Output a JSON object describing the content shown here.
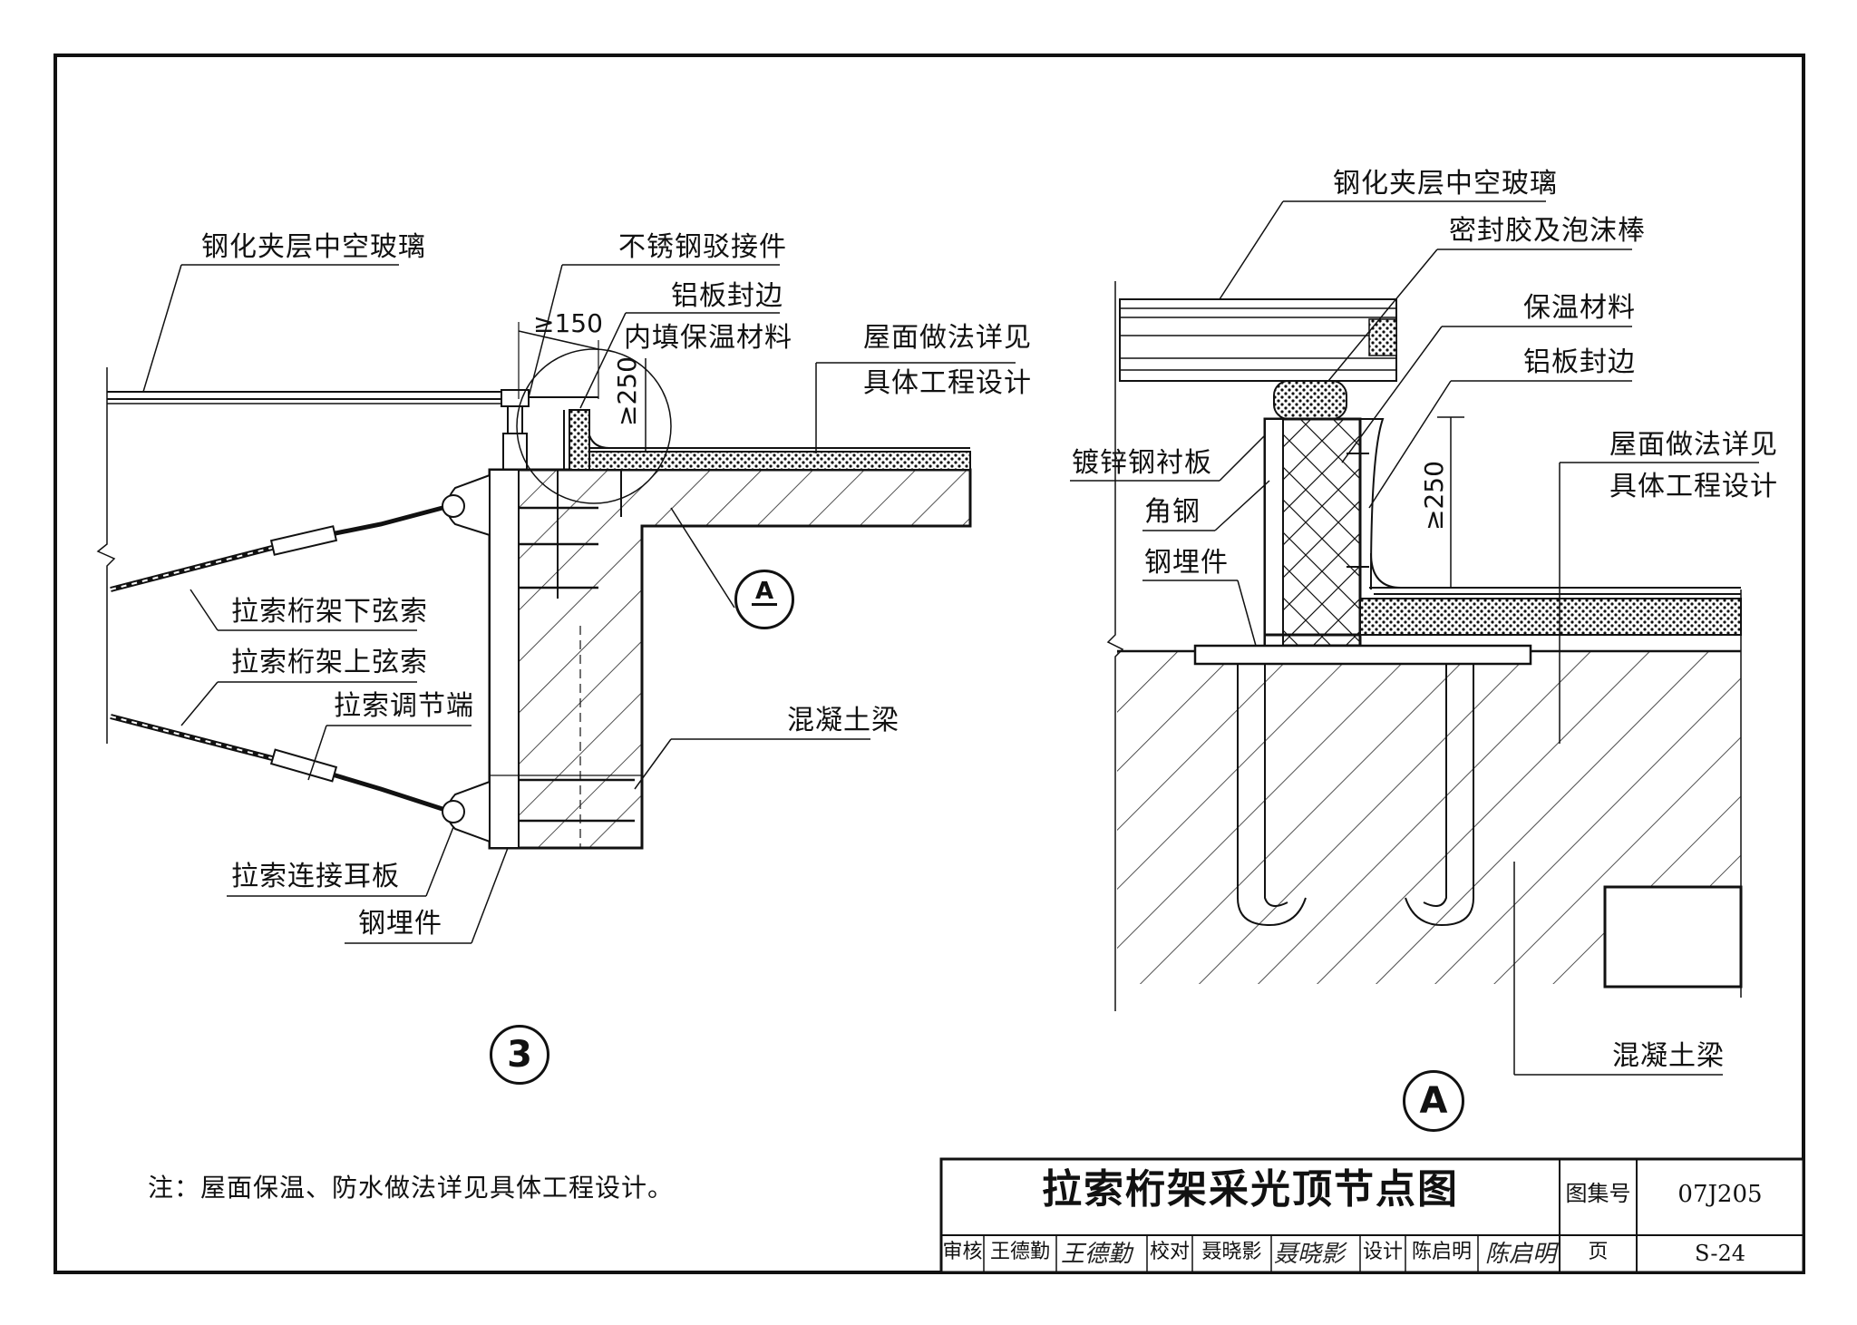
{
  "labels": {
    "glass_left": "钢化夹层中空玻璃",
    "stainless": "不锈钢驳接件",
    "al_edge": "铝板封边",
    "fill_insul": "内填保温材料",
    "roof_left_1": "屋面做法详见",
    "roof_left_2": "具体工程设计",
    "lower_cable": "拉索桁架下弦索",
    "upper_cable": "拉索桁架上弦索",
    "adjust_end": "拉索调节端",
    "beam_left": "混凝土梁",
    "ear_plate": "拉索连接耳板",
    "steel_embed_left": "钢埋件",
    "glass_right": "钢化夹层中空玻璃",
    "sealant": "密封胶及泡沫棒",
    "insul_right": "保温材料",
    "al_edge_right": "铝板封边",
    "galv_liner": "镀锌钢衬板",
    "angle_steel": "角钢",
    "steel_embed_right": "钢埋件",
    "roof_right_1": "屋面做法详见",
    "roof_right_2": "具体工程设计",
    "beam_right": "混凝土梁"
  },
  "dims": {
    "d150": "≥150",
    "d250_left": "≥250",
    "d250_right": "≥250"
  },
  "markers": {
    "detail_3": "3",
    "ref_A_top": "A",
    "detail_A": "A"
  },
  "note": "注：屋面保温、防水做法详见具体工程设计。",
  "title_block": {
    "title": "拉索桁架采光顶节点图",
    "atlas_label": "图集号",
    "atlas_no": "07J205",
    "review_label": "审核",
    "review_name": "王德勤",
    "review_sig": "王德勤",
    "check_label": "校对",
    "check_name": "聂晓影",
    "check_sig": "聂晓影",
    "design_label": "设计",
    "design_name": "陈启明",
    "design_sig": "陈启明",
    "page_label": "页",
    "page_no": "S-24"
  }
}
